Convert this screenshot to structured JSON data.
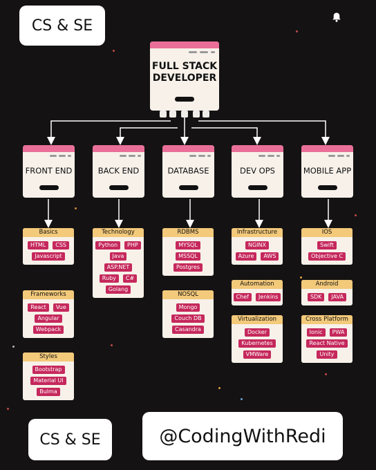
{
  "brand_top": "CS & SE",
  "brand_bottom": "CS & SE",
  "handle": "@CodingWithRedi",
  "bell_icon": "bell-icon",
  "root": {
    "title": "FULL STACK\nDEVELOPER"
  },
  "colors": {
    "background": "#141213",
    "card": "#f7f1ea",
    "pink": "#e96f98",
    "tag": "#c5285c",
    "header": "#f3c97a"
  },
  "columns": [
    {
      "label": "FRONT END",
      "groups": [
        {
          "title": "Basics",
          "items": [
            "HTML",
            "CSS",
            "Javascript"
          ]
        },
        {
          "title": "Frameworks",
          "items": [
            "React",
            "Vue",
            "Angular",
            "Webpack"
          ]
        },
        {
          "title": "Styles",
          "items": [
            "Bootstrap",
            "Material UI",
            "Bulma"
          ]
        }
      ]
    },
    {
      "label": "BACK END",
      "groups": [
        {
          "title": "Technology",
          "items": [
            "Python",
            "PHP",
            "Java",
            "ASP.NET",
            "Ruby",
            "C#",
            "Golang"
          ]
        }
      ]
    },
    {
      "label": "DATABASE",
      "groups": [
        {
          "title": "RDBMS",
          "items": [
            "MYSQL",
            "MSSQL",
            "Postgres"
          ]
        },
        {
          "title": "NOSQL",
          "items": [
            "Mongo",
            "Couch DB",
            "Casandra"
          ]
        }
      ]
    },
    {
      "label": "DEV OPS",
      "groups": [
        {
          "title": "Infrastructure",
          "items": [
            "NGINX",
            "Azure",
            "AWS"
          ]
        },
        {
          "title": "Automation",
          "items": [
            "Chef",
            "Jenkins"
          ]
        },
        {
          "title": "Virtualization",
          "items": [
            "Docker",
            "Kubernetes",
            "VMWare"
          ]
        }
      ]
    },
    {
      "label": "MOBILE APP",
      "groups": [
        {
          "title": "IOS",
          "items": [
            "Swift",
            "Objective C"
          ]
        },
        {
          "title": "Android",
          "items": [
            "SDK",
            "JAVA"
          ]
        },
        {
          "title": "Cross Platform",
          "items": [
            "Ionic",
            "PWA",
            "React Native",
            "Unity"
          ]
        }
      ]
    }
  ]
}
